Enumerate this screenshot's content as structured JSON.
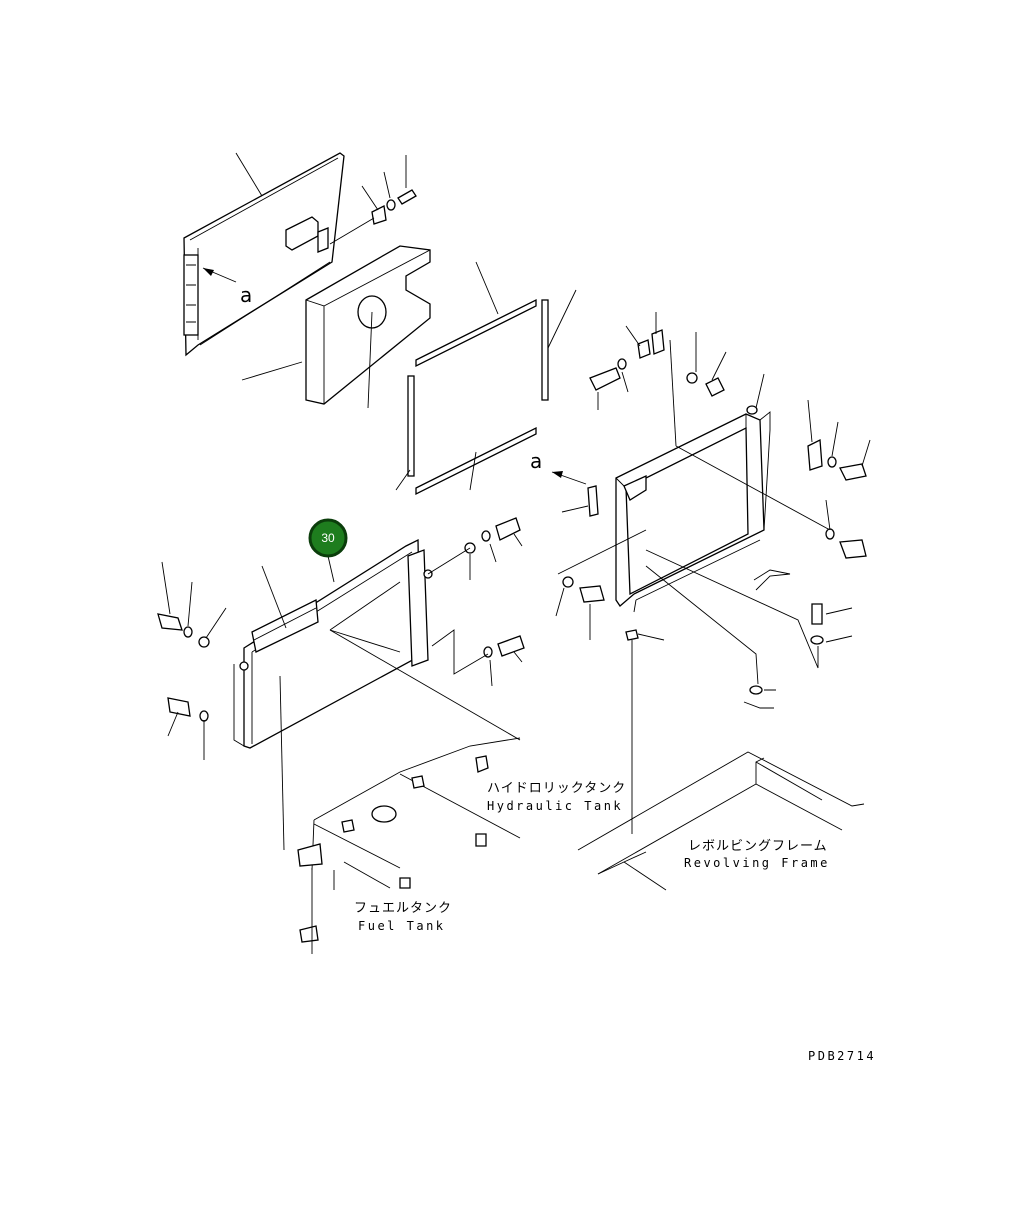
{
  "labels": {
    "detail_a_top": "a",
    "detail_a_right": "a",
    "hydraulic_tank_jp": "ハイドロリックタンク",
    "hydraulic_tank_en": "Hydraulic Tank",
    "revolving_frame_jp": "レボルビングフレーム",
    "revolving_frame_en": "Revolving Frame",
    "fuel_tank_jp": "フュエルタンク",
    "fuel_tank_en": "Fuel Tank",
    "drawing_id": "PDB2714"
  },
  "callouts": [
    {
      "number": "30",
      "color": "#1e7d1e",
      "ring": "#0b3d0b"
    }
  ]
}
